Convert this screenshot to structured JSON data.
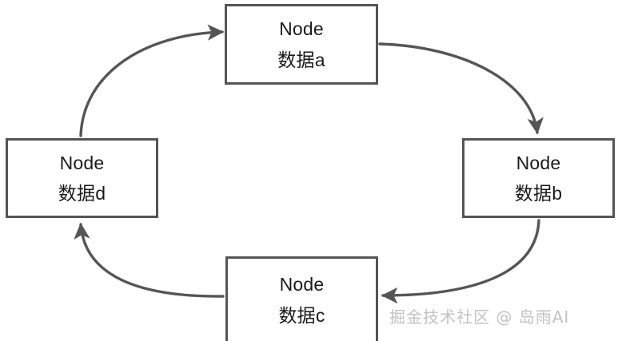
{
  "diagram": {
    "type": "circular-linked-list",
    "title_text": "Node",
    "stroke_color": "#555555",
    "text_color": "#1a1a1a",
    "background_color": "#ffffff",
    "nodes": [
      {
        "id": "a",
        "title": "Node",
        "data": "数据a",
        "position": "top"
      },
      {
        "id": "b",
        "title": "Node",
        "data": "数据b",
        "position": "right"
      },
      {
        "id": "c",
        "title": "Node",
        "data": "数据c",
        "position": "bottom"
      },
      {
        "id": "d",
        "title": "Node",
        "data": "数据d",
        "position": "left"
      }
    ],
    "edges": [
      {
        "from": "d",
        "to": "a",
        "direction": "up-right",
        "arrowhead": "right"
      },
      {
        "from": "a",
        "to": "b",
        "direction": "down-right",
        "arrowhead": "down"
      },
      {
        "from": "b",
        "to": "c",
        "direction": "down-left",
        "arrowhead": "left"
      },
      {
        "from": "c",
        "to": "d",
        "direction": "up-left",
        "arrowhead": "up"
      }
    ]
  },
  "watermark": {
    "text": "掘金技术社区 @ 岛雨AI",
    "color": "#c2c2c2"
  }
}
